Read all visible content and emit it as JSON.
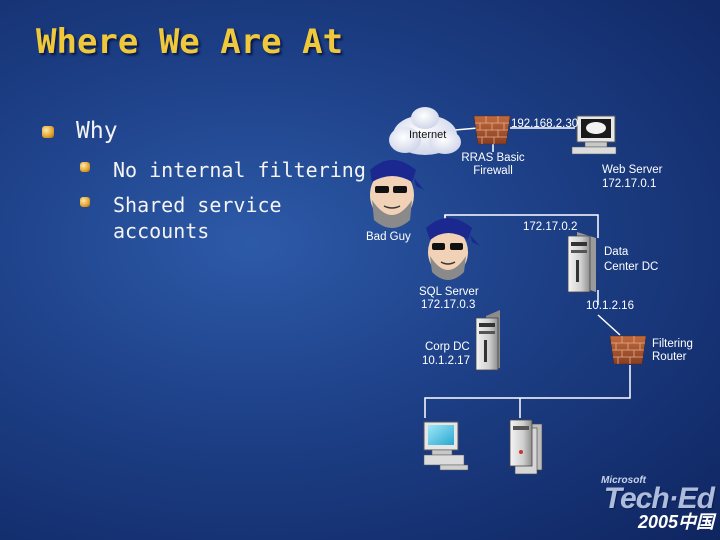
{
  "slide": {
    "title": "Where We Are At",
    "bullets": [
      {
        "text": "Why",
        "level": 1
      },
      {
        "text": "No internal filtering",
        "level": 2
      },
      {
        "text": "Shared service",
        "level": 2
      },
      {
        "text": "accounts",
        "level": 2
      }
    ]
  },
  "diagram": {
    "internet_label": "Internet",
    "rras_ip": "192.168.2.30",
    "rras_label_1": "RRAS Basic",
    "rras_label_2": "Firewall",
    "web_server_1": "Web Server",
    "web_server_2": "172.17.0.1",
    "bad_guy": "Bad Guy",
    "dmz_ip": "172.17.0.2",
    "data_center_1": "Data",
    "data_center_2": "Center DC",
    "sql_server_1": "SQL Server",
    "sql_server_2": "172.17.0.3",
    "dc_ip": "10.1.2.16",
    "corp_dc_1": "Corp DC",
    "corp_dc_2": "10.1.2.17",
    "filtering_router_1": "Filtering",
    "filtering_router_2": "Router"
  },
  "logo": {
    "microsoft": "Microsoft",
    "teched": "Tech·Ed",
    "year": "2005中国"
  },
  "colors": {
    "title": "#f0c93a",
    "background": "#1d3f86",
    "text": "#ffffff"
  }
}
